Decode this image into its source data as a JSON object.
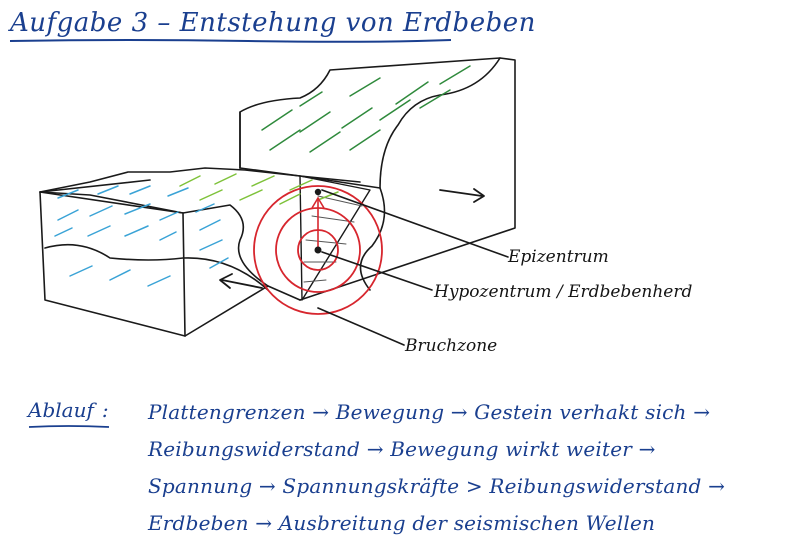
{
  "title": "Aufgabe 3 – Entstehung von Erdbeben",
  "labels": {
    "epicenter": "Epizentrum",
    "hypocenter": "Hypozentrum / Erdbebenherd",
    "fracture_zone": "Bruchzone"
  },
  "process": {
    "heading": "Ablauf",
    "colon": ":",
    "lines": [
      "Plattengrenzen → Bewegung → Gestein verhakt sich →",
      "Reibungswiderstand → Bewegung wirkt weiter →",
      "Spannung → Spannungskräfte > Reibungswiderstand →",
      "Erdbeben → Ausbreitung der seismischen Wellen"
    ]
  },
  "colors": {
    "ink": "#1a1a1a",
    "blue_hatch": "#3aa3d6",
    "green_hatch": "#7ec23a",
    "dark_green_hatch": "#2f8a3c",
    "waves": "#d7262e",
    "text_blue": "#1a3f8f"
  },
  "icons": [
    "arrow-right-icon",
    "arrow-left-icon"
  ]
}
